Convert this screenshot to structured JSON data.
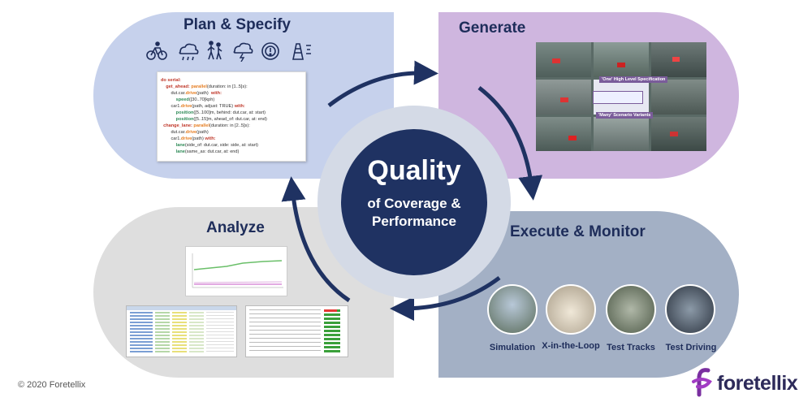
{
  "center": {
    "title": "Quality",
    "subtitle_line1": "of Coverage &",
    "subtitle_line2": "Performance"
  },
  "quadrants": {
    "plan": {
      "title": "Plan & Specify"
    },
    "generate": {
      "title": "Generate",
      "spec_label": "'One' High Level Specification",
      "variants_label": "'Many' Scenario Variants"
    },
    "execute": {
      "title": "Execute & Monitor",
      "modes": [
        {
          "label": "Simulation"
        },
        {
          "label": "X-in-the-Loop"
        },
        {
          "label": "Test Tracks"
        },
        {
          "label": "Test Driving"
        }
      ]
    },
    "analyze": {
      "title": "Analyze"
    }
  },
  "code": {
    "l1a": "do serial:",
    "l2a": "get_ahead: ",
    "l2b": "parallel",
    "l2c": "(duration: in [1..5]s):",
    "l3a": "dut.car.",
    "l3b": "drive",
    "l3c": "(path)  ",
    "l3d": "with:",
    "l4a": "speed",
    "l4b": "([30..70]kph)",
    "l5a": "car1.",
    "l5b": "drive",
    "l5c": "(path, adjust: TRUE) ",
    "l5d": "with:",
    "l6a": "position",
    "l6b": "([5..100]m, behind: dut.car, at: start)",
    "l7a": "position",
    "l7b": "([5..15]m, ahead_of: dut.car, at: end)",
    "l8a": "change_lane: ",
    "l8b": "parallel",
    "l8c": "(duration: in [2..5]s):",
    "l9a": "dut.car.",
    "l9b": "drive",
    "l9c": "(path)",
    "l10a": "car1.",
    "l10b": "drive",
    "l10c": "(path) ",
    "l10d": "with:",
    "l11a": "lane",
    "l11b": "(side_of: dut.car, side: side, at: start)",
    "l12a": "lane",
    "l12b": "(same_as: dut.car, at: end)"
  },
  "icons": [
    "bicycle-icon",
    "weather-cloud-icon",
    "pedestrians-icon",
    "thunderstorm-icon",
    "warning-icon",
    "traffic-cone-icon"
  ],
  "footer": {
    "copyright": "© 2020 Foretellix",
    "brand": "foretellix"
  },
  "colors": {
    "plan_bg": "#c6d1ec",
    "generate_bg": "#cfb6df",
    "analyze_bg": "#dedede",
    "execute_bg": "#a3b0c5",
    "center_dark": "#1f3262",
    "arrow": "#1f3262"
  }
}
